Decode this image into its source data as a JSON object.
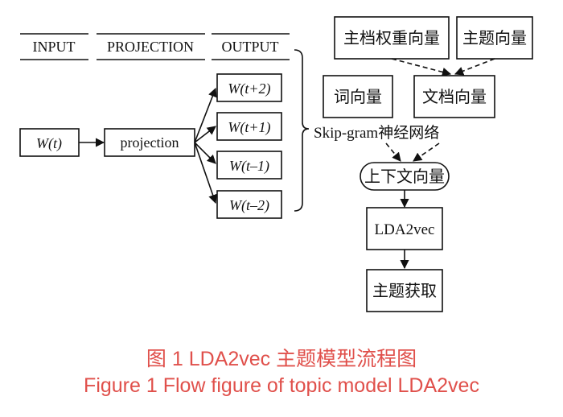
{
  "left_panel": {
    "headers": [
      "INPUT",
      "PROJECTION",
      "OUTPUT"
    ],
    "input_label": "W(t)",
    "projection_label": "projection",
    "outputs": [
      "W(t+2)",
      "W(t+1)",
      "W(t–1)",
      "W(t–2)"
    ]
  },
  "right_panel": {
    "top_nodes": [
      "主档权重向量",
      "主题向量"
    ],
    "mid_nodes": [
      "词向量",
      "文档向量"
    ],
    "network_label": "Skip-gram神经网络",
    "context_node": "上下文向量",
    "lda_node": "LDA2vec",
    "final_node": "主题获取"
  },
  "caption": {
    "cn": "图 1  LDA2vec 主题模型流程图",
    "en": "Figure 1  Flow figure of topic model LDA2vec"
  },
  "colors": {
    "caption": "#e0504b",
    "ink": "#111111"
  }
}
